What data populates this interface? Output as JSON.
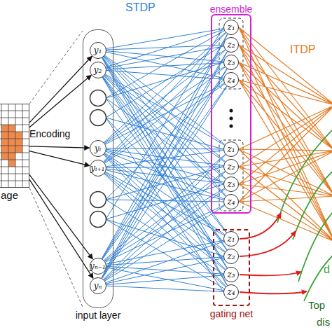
{
  "diagram": {
    "nodes": [
      {
        "text": [
          "age"
        ]
      },
      {
        "text": [
          "input layer"
        ]
      },
      {
        "text": [
          "y₁"
        ],
        "in": 1
      },
      {
        "text": [
          "y₂"
        ],
        "in": 1
      },
      {
        "text": [
          "yᵢ"
        ],
        "in": 1
      },
      {
        "text": [
          "yᵢ₊₁"
        ],
        "in": 1
      },
      {
        "text": [
          "yₙ₋₁"
        ],
        "in": 1
      },
      {
        "text": [
          "yₙ"
        ],
        "in": 1
      },
      {
        "text": [
          "ensemble"
        ]
      },
      {
        "text": [
          "z₁"
        ],
        "in": 8
      },
      {
        "text": [
          "z₂"
        ],
        "in": 8
      },
      {
        "text": [
          "z₃"
        ],
        "in": 8
      },
      {
        "text": [
          "z₄"
        ],
        "in": 8
      },
      {
        "text": [
          "z₁"
        ],
        "in": 8
      },
      {
        "text": [
          "z₂"
        ],
        "in": 8
      },
      {
        "text": [
          "z₃"
        ],
        "in": 8
      },
      {
        "text": [
          "z₄"
        ],
        "in": 8
      },
      {
        "text": [
          "gating net"
        ]
      },
      {
        "text": [
          "z₁"
        ],
        "in": 17
      },
      {
        "text": [
          "z₂"
        ],
        "in": 17
      },
      {
        "text": [
          "z₃"
        ],
        "in": 17
      },
      {
        "text": [
          "z₄"
        ],
        "in": 17
      }
    ],
    "edges": [
      {
        "from": 0,
        "to": 2,
        "arrow": "to"
      },
      {
        "from": 0,
        "to": 3,
        "arrow": "to"
      },
      {
        "from": 0,
        "to": 4,
        "arrow": "to"
      },
      {
        "from": 0,
        "to": 5,
        "arrow": "to"
      },
      {
        "from": 0,
        "to": 6,
        "arrow": "to"
      },
      {
        "from": 0,
        "to": 7,
        "arrow": "to"
      },
      {
        "from": 2,
        "to": 9,
        "arrow": "none"
      },
      {
        "from": 2,
        "to": 10,
        "arrow": "none"
      },
      {
        "from": 2,
        "to": 11,
        "arrow": "none"
      },
      {
        "from": 2,
        "to": 12,
        "arrow": "none"
      },
      {
        "from": 2,
        "to": 13,
        "arrow": "none"
      },
      {
        "from": 2,
        "to": 14,
        "arrow": "none"
      },
      {
        "from": 2,
        "to": 15,
        "arrow": "none"
      },
      {
        "from": 2,
        "to": 16,
        "arrow": "none"
      },
      {
        "from": 2,
        "to": 18,
        "arrow": "none"
      },
      {
        "from": 2,
        "to": 19,
        "arrow": "none"
      },
      {
        "from": 2,
        "to": 20,
        "arrow": "none"
      },
      {
        "from": 2,
        "to": 21,
        "arrow": "none"
      },
      {
        "from": 3,
        "to": 9,
        "arrow": "none"
      },
      {
        "from": 3,
        "to": 10,
        "arrow": "none"
      },
      {
        "from": 3,
        "to": 11,
        "arrow": "none"
      },
      {
        "from": 3,
        "to": 12,
        "arrow": "none"
      },
      {
        "from": 3,
        "to": 13,
        "arrow": "none"
      },
      {
        "from": 3,
        "to": 14,
        "arrow": "none"
      },
      {
        "from": 3,
        "to": 15,
        "arrow": "none"
      },
      {
        "from": 3,
        "to": 16,
        "arrow": "none"
      },
      {
        "from": 3,
        "to": 18,
        "arrow": "none"
      },
      {
        "from": 3,
        "to": 19,
        "arrow": "none"
      },
      {
        "from": 3,
        "to": 20,
        "arrow": "none"
      },
      {
        "from": 3,
        "to": 21,
        "arrow": "none"
      },
      {
        "from": 4,
        "to": 9,
        "arrow": "none"
      },
      {
        "from": 4,
        "to": 10,
        "arrow": "none"
      },
      {
        "from": 4,
        "to": 11,
        "arrow": "none"
      },
      {
        "from": 4,
        "to": 12,
        "arrow": "none"
      },
      {
        "from": 4,
        "to": 13,
        "arrow": "none"
      },
      {
        "from": 4,
        "to": 14,
        "arrow": "none"
      },
      {
        "from": 4,
        "to": 15,
        "arrow": "none"
      },
      {
        "from": 4,
        "to": 16,
        "arrow": "none"
      },
      {
        "from": 4,
        "to": 18,
        "arrow": "none"
      },
      {
        "from": 4,
        "to": 19,
        "arrow": "none"
      },
      {
        "from": 4,
        "to": 20,
        "arrow": "none"
      },
      {
        "from": 4,
        "to": 21,
        "arrow": "none"
      },
      {
        "from": 5,
        "to": 9,
        "arrow": "none"
      },
      {
        "from": 5,
        "to": 10,
        "arrow": "none"
      },
      {
        "from": 5,
        "to": 11,
        "arrow": "none"
      },
      {
        "from": 5,
        "to": 12,
        "arrow": "none"
      },
      {
        "from": 5,
        "to": 13,
        "arrow": "none"
      },
      {
        "from": 5,
        "to": 14,
        "arrow": "none"
      },
      {
        "from": 5,
        "to": 15,
        "arrow": "none"
      },
      {
        "from": 5,
        "to": 16,
        "arrow": "none"
      },
      {
        "from": 5,
        "to": 18,
        "arrow": "none"
      },
      {
        "from": 5,
        "to": 19,
        "arrow": "none"
      },
      {
        "from": 5,
        "to": 20,
        "arrow": "none"
      },
      {
        "from": 5,
        "to": 21,
        "arrow": "none"
      },
      {
        "from": 6,
        "to": 9,
        "arrow": "none"
      },
      {
        "from": 6,
        "to": 10,
        "arrow": "none"
      },
      {
        "from": 6,
        "to": 11,
        "arrow": "none"
      },
      {
        "from": 6,
        "to": 12,
        "arrow": "none"
      },
      {
        "from": 6,
        "to": 13,
        "arrow": "none"
      },
      {
        "from": 6,
        "to": 14,
        "arrow": "none"
      },
      {
        "from": 6,
        "to": 15,
        "arrow": "none"
      },
      {
        "from": 6,
        "to": 16,
        "arrow": "none"
      },
      {
        "from": 6,
        "to": 18,
        "arrow": "none"
      },
      {
        "from": 6,
        "to": 19,
        "arrow": "none"
      },
      {
        "from": 6,
        "to": 20,
        "arrow": "none"
      },
      {
        "from": 6,
        "to": 21,
        "arrow": "none"
      },
      {
        "from": 7,
        "to": 9,
        "arrow": "none"
      },
      {
        "from": 7,
        "to": 10,
        "arrow": "none"
      },
      {
        "from": 7,
        "to": 11,
        "arrow": "none"
      },
      {
        "from": 7,
        "to": 12,
        "arrow": "none"
      },
      {
        "from": 7,
        "to": 13,
        "arrow": "none"
      },
      {
        "from": 7,
        "to": 14,
        "arrow": "none"
      },
      {
        "from": 7,
        "to": 15,
        "arrow": "none"
      },
      {
        "from": 7,
        "to": 16,
        "arrow": "none"
      },
      {
        "from": 7,
        "to": 18,
        "arrow": "none"
      },
      {
        "from": 7,
        "to": 19,
        "arrow": "none"
      },
      {
        "from": 7,
        "to": 20,
        "arrow": "none"
      },
      {
        "from": 7,
        "to": 21,
        "arrow": "none"
      }
    ],
    "labels": [
      "Encoding",
      "STDP",
      "ITDP",
      "d",
      "Top",
      "dis"
    ]
  }
}
